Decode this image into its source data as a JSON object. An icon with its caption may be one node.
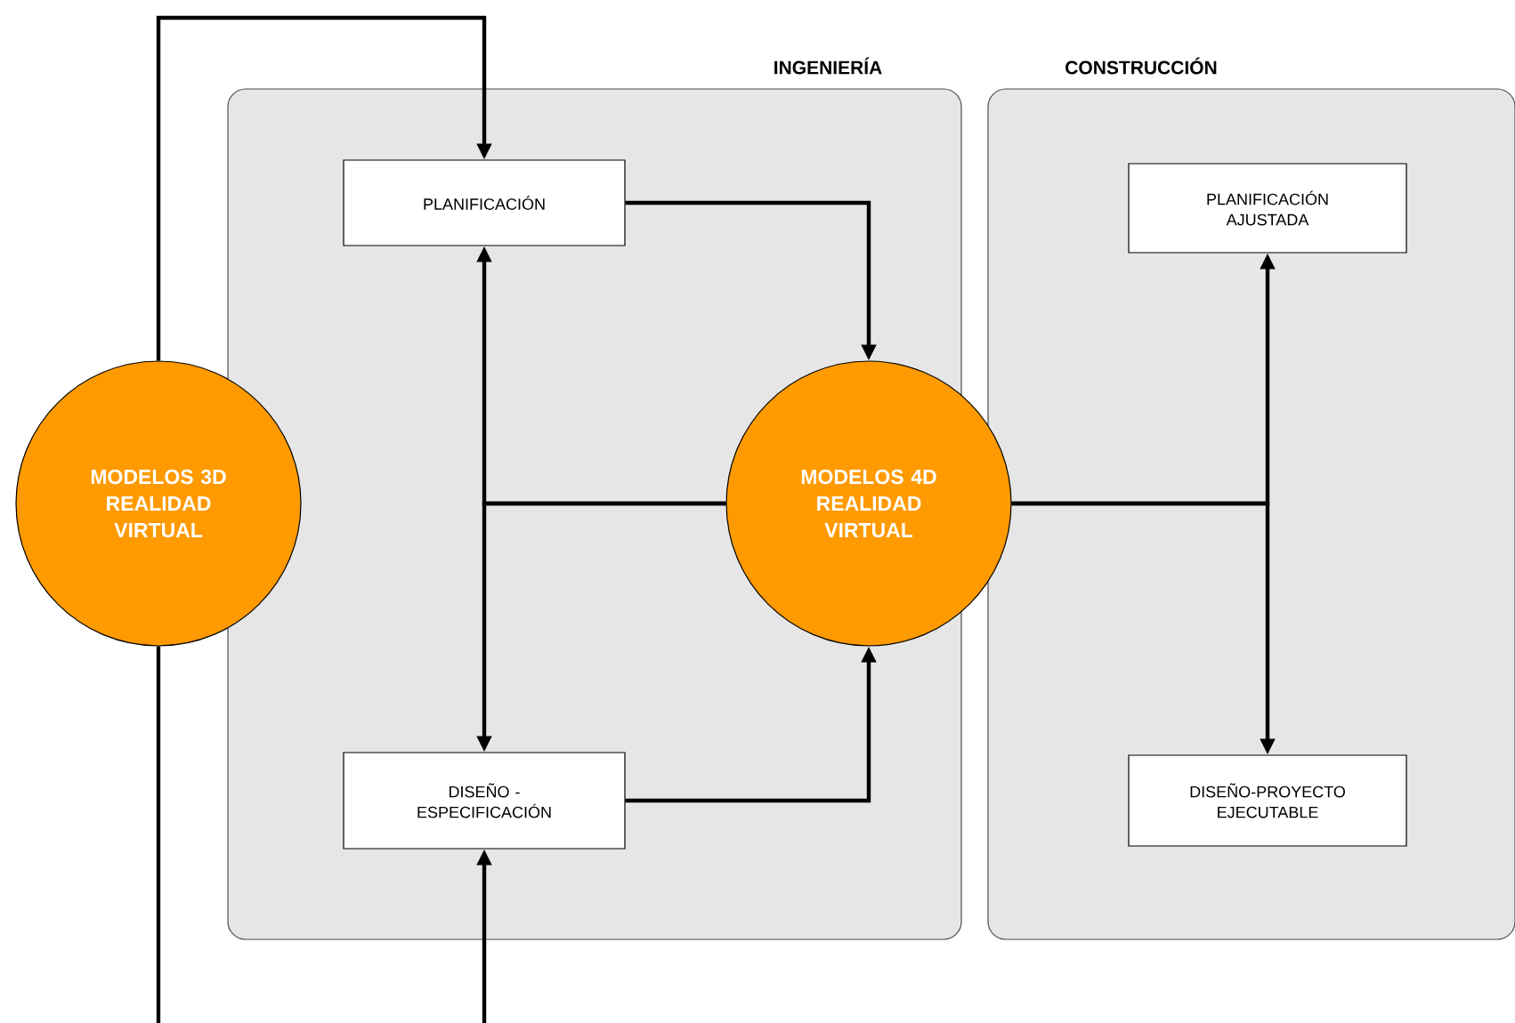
{
  "diagram": {
    "nodes": [
      {
        "text": [
          "INGENIERÍA"
        ]
      },
      {
        "text": [
          "CONSTRUCCIÓN"
        ]
      },
      {
        "text": [
          "PLANIFICACIÓN"
        ],
        "in": 0
      },
      {
        "text": [
          "DISEÑO - ESPECIFICACIÓN"
        ],
        "in": 0
      },
      {
        "text": [
          "MODELOS 4D REALIDAD VIRTUAL"
        ]
      },
      {
        "text": [
          "MODELOS 3D REALIDAD VIRTUAL"
        ]
      },
      {
        "text": [
          "PLANIFICACIÓN AJUSTADA"
        ],
        "in": 1
      },
      {
        "text": [
          "DISEÑO-PROYECTO EJECUTABLE"
        ],
        "in": 1
      }
    ],
    "edges": [
      {
        "from": 5,
        "to": 2,
        "arrow": "to"
      },
      {
        "from": 5,
        "to": null,
        "arrow": "none"
      },
      {
        "from": null,
        "to": 3,
        "arrow": "to"
      },
      {
        "from": 2,
        "to": 4,
        "arrow": "to"
      },
      {
        "from": 3,
        "to": 4,
        "arrow": "to"
      },
      {
        "from": 4,
        "to": 2,
        "arrow": "to"
      },
      {
        "from": 4,
        "to": 3,
        "arrow": "to"
      },
      {
        "from": 4,
        "to": 6,
        "arrow": "to"
      },
      {
        "from": 4,
        "to": 7,
        "arrow": "to"
      }
    ]
  }
}
